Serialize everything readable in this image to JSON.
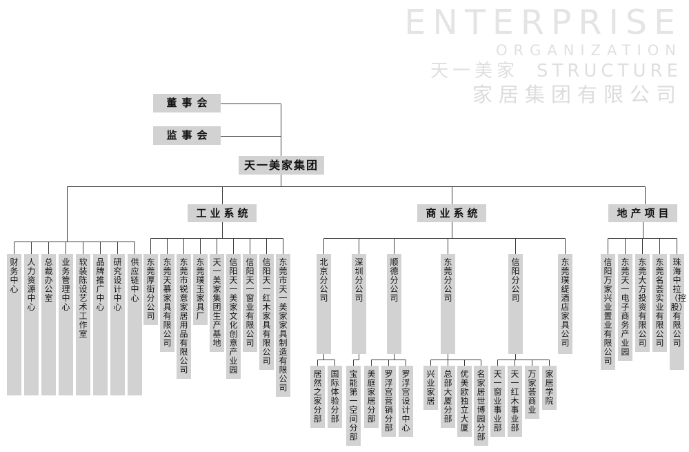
{
  "watermark": {
    "line1": "ENTERPRISE",
    "line2": "ORGANIZATION",
    "line3_cn": "天一美家",
    "line3_en": "STRUCTURE",
    "line4": "家居集团有限公司"
  },
  "nodes": {
    "board": "董事会",
    "supervisory": "监事会",
    "group": "天一美家集团"
  },
  "departments": [
    "财务中心",
    "人力资源中心",
    "总裁办公室",
    "业务管理中心",
    "软装陈设艺术工作室",
    "品牌推广中心",
    "研究设计中心",
    "供应链中心"
  ],
  "industrial": {
    "label": "工业系统",
    "children": [
      "东莞厚街分公司",
      "东莞天慕家具有限公司",
      "东莞市锐意家居用品有限公司",
      "东莞璞玉家具厂",
      "天一美家集团生产基地",
      "信阳天一美家文化创意产业园",
      "信阳天一窗业有限公司",
      "信阳天一红木家具有限公司",
      "东莞市天一美家家具制造有限公司"
    ]
  },
  "commercial": {
    "label": "商业系统",
    "companies": [
      {
        "label": "北京分公司",
        "children": [
          "居然之家分部",
          "国际体验分部"
        ]
      },
      {
        "label": "深圳分公司",
        "children": [
          "宝能第一空间分部"
        ]
      },
      {
        "label": "顺德分公司",
        "children": [
          "美庭家居分部",
          "罗浮宫营销分部",
          "罗浮宫设计中心"
        ]
      },
      {
        "label": "东莞分公司",
        "children": [
          "兴业家居",
          "总部大厦分部",
          "优美欧独立大厦",
          "名家居世博园分部"
        ]
      },
      {
        "label": "信阳分公司",
        "children": [
          "天一窗业事业部",
          "天一红木事业部",
          "万家荟商业",
          "家居学院"
        ]
      },
      {
        "label": "东莞璞缇酒店家具公司",
        "children": []
      }
    ]
  },
  "realestate": {
    "label": "地产项目",
    "children": [
      "信阳万家兴业置业有限公司",
      "东莞天一电子商务产业园",
      "东莞大方投资有限公司",
      "东莞名荟实业有限公司",
      "珠海中拉（控股）有限公司"
    ]
  },
  "colors": {
    "box_fill": "#d2d2d2",
    "line": "#3a3a3a",
    "watermark": "#e2e2e2",
    "text": "#111111"
  }
}
